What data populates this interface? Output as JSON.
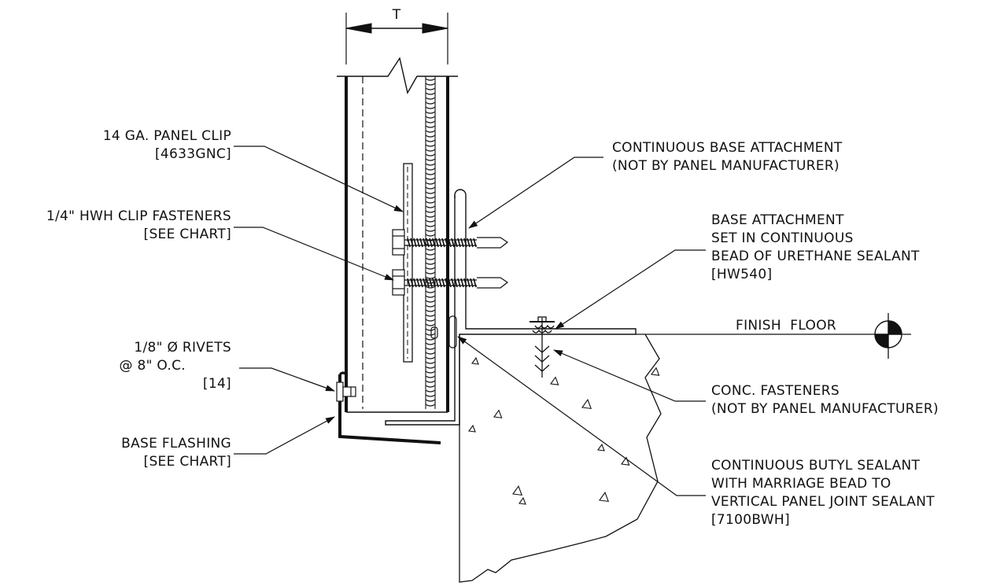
{
  "dimension": {
    "label": "T"
  },
  "callouts": {
    "panel_clip": {
      "line1": "14 GA. PANEL CLIP",
      "line2": "[4633GNC]"
    },
    "clip_fasteners": {
      "line1": "1/4\" HWH CLIP FASTENERS",
      "line2": "[SEE CHART]"
    },
    "rivets": {
      "line1": "1/8\" Ø RIVETS",
      "line2": "@ 8\" O.C.",
      "line3": "[14]"
    },
    "base_flashing": {
      "line1": "BASE FLASHING",
      "line2": "[SEE CHART]"
    },
    "continuous_base_attachment": {
      "line1": "CONTINUOUS BASE ATTACHMENT",
      "line2": "(NOT BY PANEL MANUFACTURER)"
    },
    "base_attachment_sealant": {
      "line1": "BASE ATTACHMENT",
      "line2": "SET IN CONTINUOUS",
      "line3": "BEAD OF URETHANE SEALANT",
      "line4": "[HW540]"
    },
    "finish_floor": {
      "label": "FINISH  FLOOR"
    },
    "conc_fasteners": {
      "line1": "CONC. FASTENERS",
      "line2": "(NOT BY PANEL MANUFACTURER)"
    },
    "butyl_sealant": {
      "line1": "CONTINUOUS BUTYL SEALANT",
      "line2": "WITH MARRIAGE BEAD TO",
      "line3": "VERTICAL PANEL JOINT SEALANT",
      "line4": "[7100BWH]"
    }
  },
  "colors": {
    "ink": "#111111",
    "paper": "#ffffff"
  }
}
